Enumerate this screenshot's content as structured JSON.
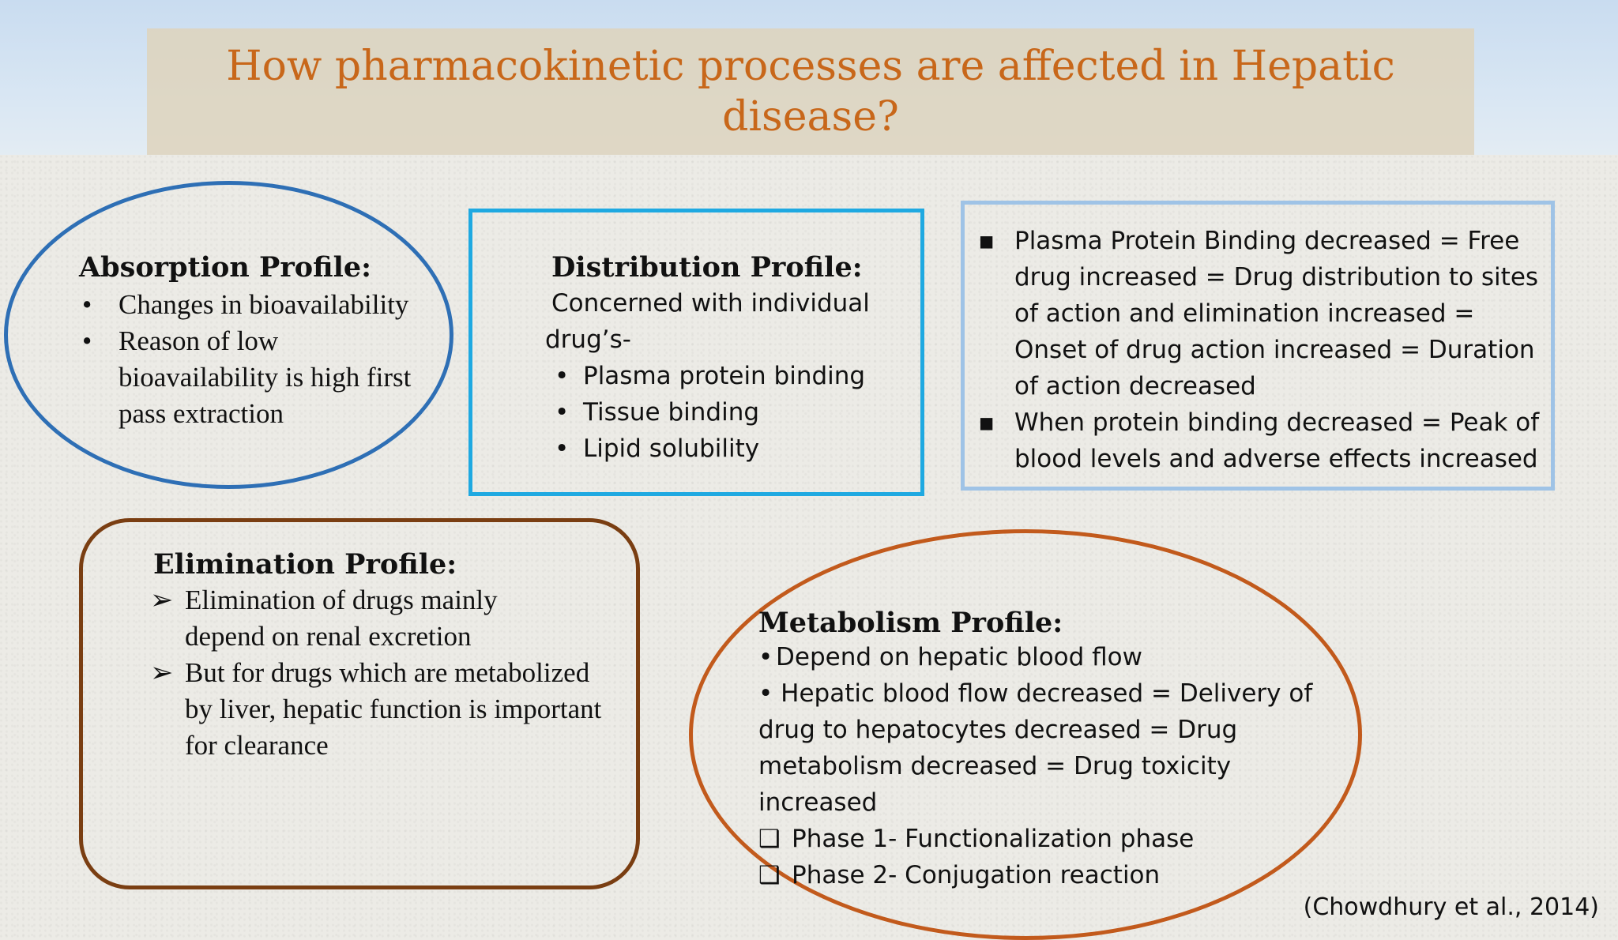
{
  "slide": {
    "title": "How pharmacokinetic processes are affected in Hepatic disease?",
    "citation": "(Chowdhury et al., 2014)"
  },
  "absorption": {
    "heading": "Absorption Profile:",
    "bullet_glyph": "•",
    "items": [
      "Changes in bioavailability",
      "Reason of low bioavailability is high first pass extraction"
    ]
  },
  "distribution": {
    "heading": "Distribution Profile:",
    "intro": "Concerned with individual drug’s-",
    "bullet_glyph": "•",
    "items": [
      "Plasma protein binding",
      "Tissue binding",
      "Lipid solubility"
    ]
  },
  "protein_binding": {
    "bullet_glyph": "▪",
    "items": [
      "Plasma Protein Binding decreased = Free drug increased = Drug distribution to sites of action and elimination increased = Onset of drug action increased = Duration of action decreased",
      "When protein binding decreased = Peak of blood levels and adverse effects increased"
    ]
  },
  "elimination": {
    "heading": "Elimination Profile:",
    "bullet_glyph": "➢",
    "items": [
      "Elimination of drugs mainly depend on renal excretion",
      "But for drugs which are metabolized by liver, hepatic function is important for clearance"
    ]
  },
  "metabolism": {
    "heading": "Metabolism Profile:",
    "bullet_glyph": "•",
    "items": [
      "Depend on hepatic blood flow",
      "Hepatic blood flow decreased = Delivery of drug to hepatocytes decreased = Drug metabolism decreased = Drug toxicity increased"
    ],
    "phase_glyph": "❑",
    "phases": [
      "Phase 1- Functionalization phase",
      "Phase 2- Conjugation reaction"
    ]
  },
  "colors": {
    "title": "#c8671a",
    "absorption_border": "#2e6fb5",
    "distribution_border": "#1fa9e1",
    "protein_border": "#9fc3e6",
    "elimination_border": "#7a3e12",
    "metabolism_border": "#c25a1c"
  }
}
